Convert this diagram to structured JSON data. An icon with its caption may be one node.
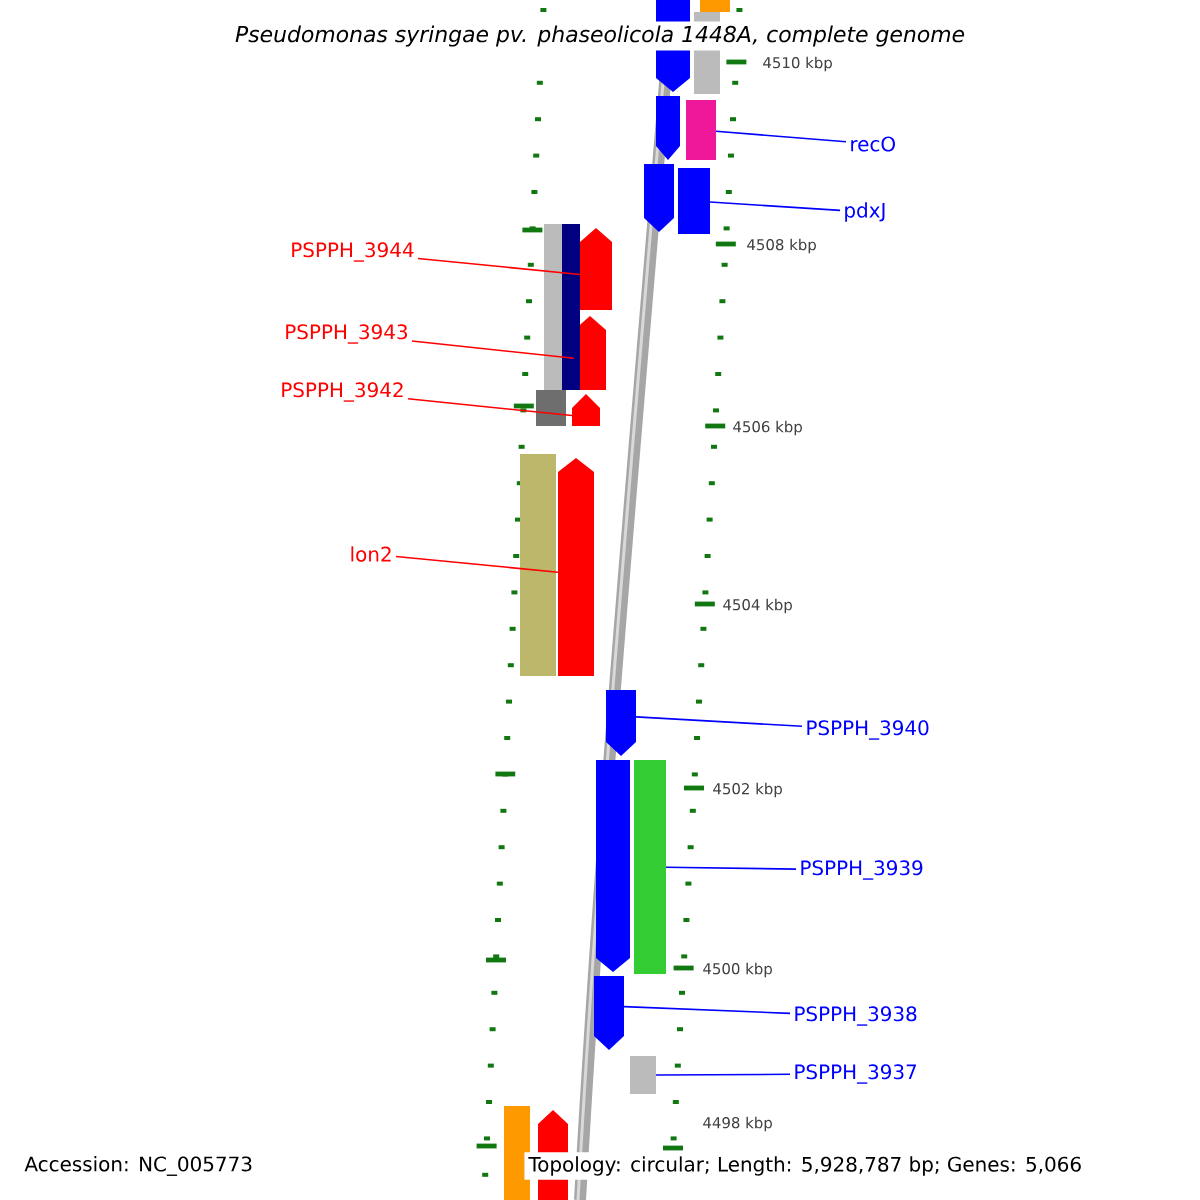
{
  "diagram": {
    "title": "Pseudomonas syringae pv. phaseolicola 1448A, complete genome",
    "nodes": [
      {
        "text": [
          "recO"
        ]
      },
      {
        "text": [
          "pdxJ"
        ]
      },
      {
        "text": [
          "PSPPH_3944"
        ]
      },
      {
        "text": [
          "PSPPH_3943"
        ]
      },
      {
        "text": [
          "PSPPH_3942"
        ]
      },
      {
        "text": [
          "lon2"
        ]
      },
      {
        "text": [
          "PSPPH_3940"
        ]
      },
      {
        "text": [
          "PSPPH_3939"
        ]
      },
      {
        "text": [
          "PSPPH_3938"
        ]
      },
      {
        "text": [
          "PSPPH_3937"
        ]
      },
      {
        "text": [],
        "shape": "bar"
      },
      {
        "text": [],
        "shape": "bar"
      },
      {
        "text": [],
        "shape": "bar"
      },
      {
        "text": [],
        "shape": "bar"
      },
      {
        "text": [],
        "shape": "bar"
      },
      {
        "text": [],
        "shape": "bar"
      },
      {
        "text": [],
        "shape": "bar"
      },
      {
        "text": [],
        "shape": "bar"
      },
      {
        "text": [],
        "shape": "bar"
      },
      {
        "text": [],
        "shape": "bar"
      },
      {
        "text": [],
        "shape": "bar"
      },
      {
        "text": [],
        "shape": "bar"
      },
      {
        "text": [],
        "shape": "bar"
      },
      {
        "text": [],
        "shape": "bar"
      },
      {
        "text": [],
        "shape": "bar"
      },
      {
        "text": [],
        "shape": "bar"
      },
      {
        "text": [],
        "shape": "bar"
      },
      {
        "text": [],
        "shape": "bar"
      },
      {
        "text": [],
        "shape": "bar"
      },
      {
        "text": [],
        "shape": "bar"
      },
      {
        "text": [],
        "shape": "bar"
      },
      {
        "text": [],
        "shape": "bar"
      }
    ],
    "edges": [
      {
        "from": 0,
        "to": 10,
        "arrow": "none"
      },
      {
        "from": 1,
        "to": 11,
        "arrow": "none"
      },
      {
        "from": 2,
        "to": 12,
        "arrow": "none",
        "color": "#ff0000"
      },
      {
        "from": 3,
        "to": 13,
        "arrow": "none",
        "color": "#ff0000"
      },
      {
        "from": 4,
        "to": 14,
        "arrow": "none",
        "color": "#ff0000"
      },
      {
        "from": 5,
        "to": 15,
        "arrow": "none",
        "color": "#ff0000"
      },
      {
        "from": 6,
        "to": 16,
        "arrow": "none"
      },
      {
        "from": 7,
        "to": 17,
        "arrow": "none"
      },
      {
        "from": 8,
        "to": 18,
        "arrow": "none"
      },
      {
        "from": 9,
        "to": 19,
        "arrow": "none"
      }
    ],
    "labels": [
      "4510 kbp",
      "4508 kbp",
      "4506 kbp",
      "4504 kbp",
      "4502 kbp",
      "4500 kbp",
      "4498 kbp",
      "Accession: NC_005773",
      "Topology: circular; Length: 5,928,787 bp; Genes: 5,066"
    ]
  }
}
